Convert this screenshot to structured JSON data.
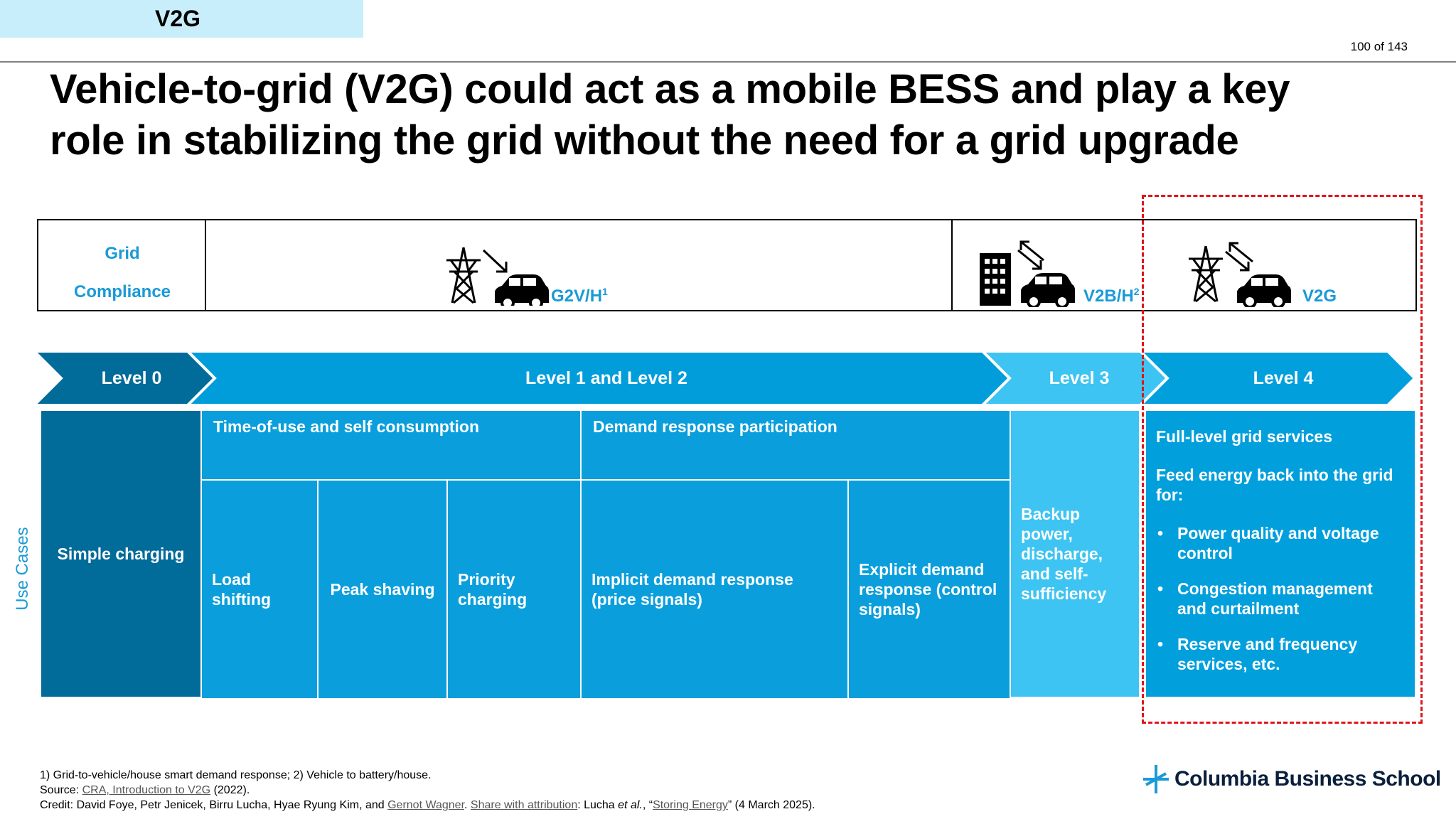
{
  "section_tab": "V2G",
  "page_number": "100 of 143",
  "title_line1": "Vehicle-to-grid (V2G) could act as a mobile BESS and play a key",
  "title_line2": "role in stabilizing the grid without the need for a grid upgrade",
  "compliance": {
    "label_line1": "Grid",
    "label_line2": "Compliance",
    "modes": [
      {
        "label": "G2V/H",
        "sup": "1",
        "icons": [
          "power-tower-icon",
          "arrow-down-right-icon",
          "car-icon"
        ]
      },
      {
        "label": "V2B/H",
        "sup": "2",
        "icons": [
          "building-icon",
          "bidirectional-arrow-icon",
          "car-icon"
        ]
      },
      {
        "label": "V2G",
        "sup": "",
        "icons": [
          "power-tower-icon",
          "bidirectional-arrow-icon",
          "car-icon"
        ]
      }
    ]
  },
  "levels": [
    {
      "label": "Level 0",
      "color": "#016b9a"
    },
    {
      "label": "Level 1 and Level 2",
      "color": "#019ddb"
    },
    {
      "label": "Level 3",
      "color": "#3ec4f2"
    },
    {
      "label": "Level 4",
      "color": "#029fdd"
    }
  ],
  "use_cases_label": "Use Cases",
  "use_cases": {
    "simple_charging": "Simple charging",
    "tou_header": "Time-of-use and self consumption",
    "dr_header": "Demand response participation",
    "load_shifting": "Load shifting",
    "peak_shaving": "Peak shaving",
    "priority_charging": "Priority charging",
    "implicit_dr": "Implicit demand response (price signals)",
    "explicit_dr": "Explicit demand response (control signals)",
    "backup": "Backup power, discharge, and self-sufficiency",
    "full_level_title": "Full-level grid services",
    "feed_back": "Feed energy back into the grid for:",
    "bullets": [
      "Power quality and voltage control",
      "Congestion management and curtailment",
      "Reserve and frequency services, etc."
    ]
  },
  "footnotes": {
    "line1": "1) Grid-to-vehicle/house smart demand response; 2) Vehicle to battery/house.",
    "source_prefix": "Source: ",
    "source_link": "CRA, Introduction to V2G",
    "source_suffix": " (2022).",
    "credit_prefix": "Credit: David Foye, Petr Jenicek, Birru Lucha, Hyae Ryung Kim, and ",
    "credit_link1": "Gernot Wagner",
    "credit_sep": ". ",
    "credit_link2": "Share with attribution",
    "credit_mid": ": Lucha ",
    "credit_etal": "et al.",
    "credit_mid2": ", “",
    "credit_link3": "Storing Energy",
    "credit_suffix": "” (4 March 2025)."
  },
  "logo_text": "Columbia Business School",
  "colors": {
    "accent_blue": "#1a9ad6",
    "dash_red": "#e0141b"
  }
}
